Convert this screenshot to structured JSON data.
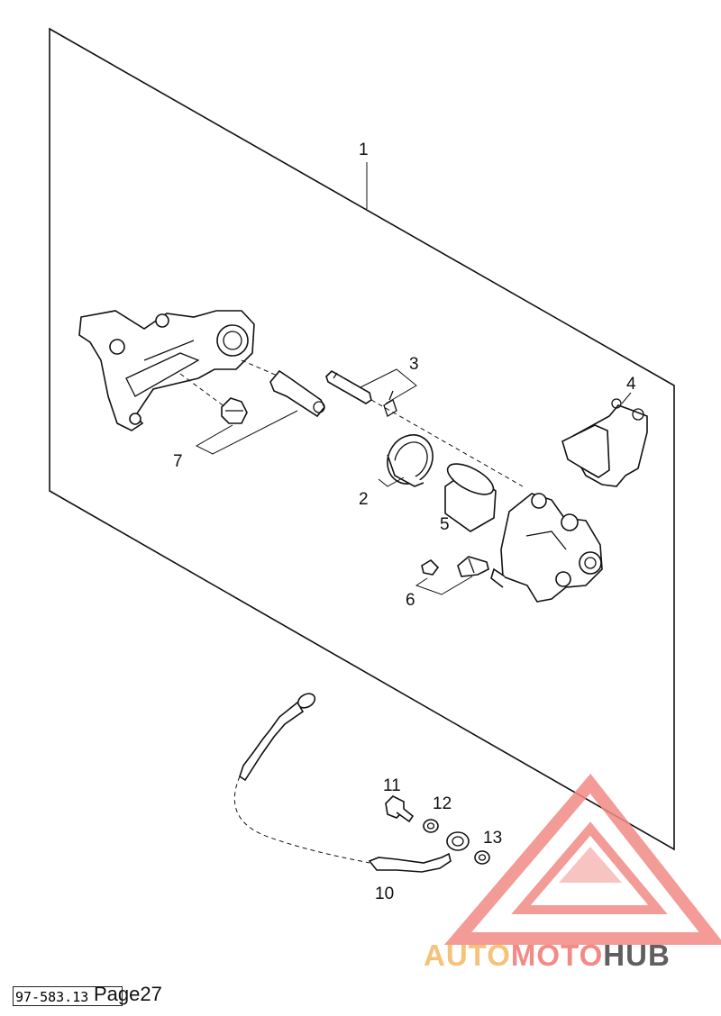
{
  "callouts": {
    "c1": "1",
    "c2": "2",
    "c3": "3",
    "c4": "4",
    "c5": "5",
    "c6": "6",
    "c7": "7",
    "c10": "10",
    "c11": "11",
    "c12": "12",
    "c13": "13"
  },
  "watermark": {
    "part_a": "AUTO",
    "part_b": "MOTO",
    "part_c": "HUB",
    "colors": {
      "auto": "#f5c27a",
      "moto": "#f28a86",
      "hub": "#5f5f5f",
      "triangle": "#f28a86"
    },
    "icon": "triangle-logo-icon"
  },
  "footer": {
    "doc_number": "97-583.13",
    "page_label": "Page27"
  }
}
